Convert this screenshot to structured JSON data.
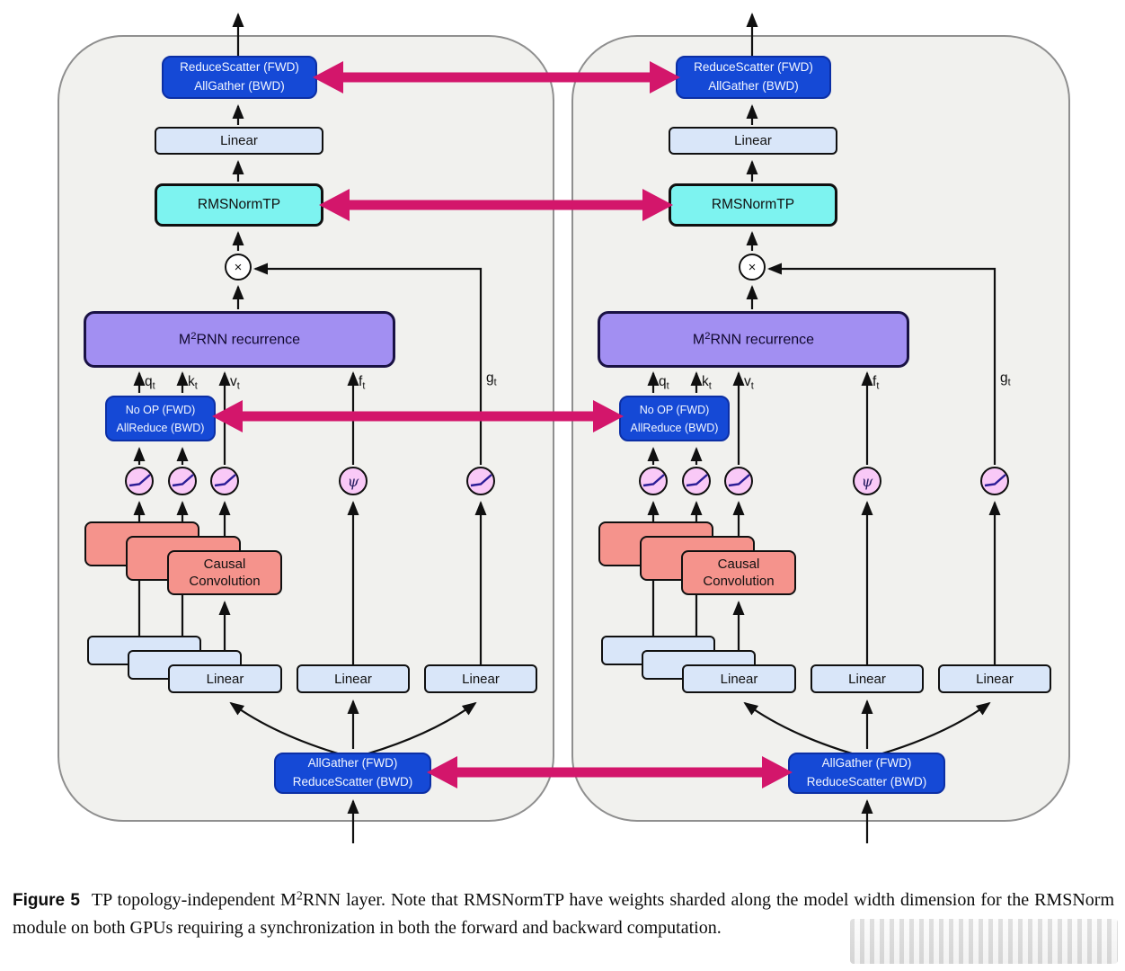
{
  "colors": {
    "collective_blue": "#1549d6",
    "collective_border_blue": "#0c2fa5",
    "linear_blue": "#d9e6f9",
    "rmsnorm_cyan": "#7df3f0",
    "recurrence_purple": "#a28ff2",
    "causal_salmon": "#f5938c",
    "activation_pink": "#f9c9f7",
    "sync_arrow_magenta": "#d3166b",
    "panel_gray": "#f1f1ee"
  },
  "panel": {
    "top_collective": {
      "line1": "ReduceScatter (FWD)",
      "line2": "AllGather (BWD)"
    },
    "output_linear": "Linear",
    "rmsnorm": "RMSNormTP",
    "multiply_symbol": "×",
    "recurrence": {
      "base": "M",
      "sup": "2",
      "rest": "RNN recurrence"
    },
    "gate_labels": [
      {
        "base": "q",
        "sub": "t"
      },
      {
        "base": "k",
        "sub": "t"
      },
      {
        "base": "v",
        "sub": "t"
      },
      {
        "base": "f",
        "sub": "t"
      },
      {
        "base": "g",
        "sub": "t"
      }
    ],
    "qk_collective": {
      "line1": "No OP (FWD)",
      "line2": "AllReduce (BWD)"
    },
    "psi_symbol": "ψ",
    "causal_conv": {
      "line1": "Causal",
      "line2": "Convolution"
    },
    "input_linear_1": "Linear",
    "input_linear_2": "Linear",
    "input_linear_3": "Linear",
    "input_collective": {
      "line1": "AllGather (FWD)",
      "line2": "ReduceScatter (BWD)"
    }
  },
  "caption": {
    "label": "Figure 5",
    "seg_a": "TP topology-independent M",
    "sup": "2",
    "seg_b": "RNN layer. Note that RMSNormTP have weights sharded along the model width dimension for the RMSNorm module on both GPUs requiring a synchronization in both the forward and backward computation."
  }
}
